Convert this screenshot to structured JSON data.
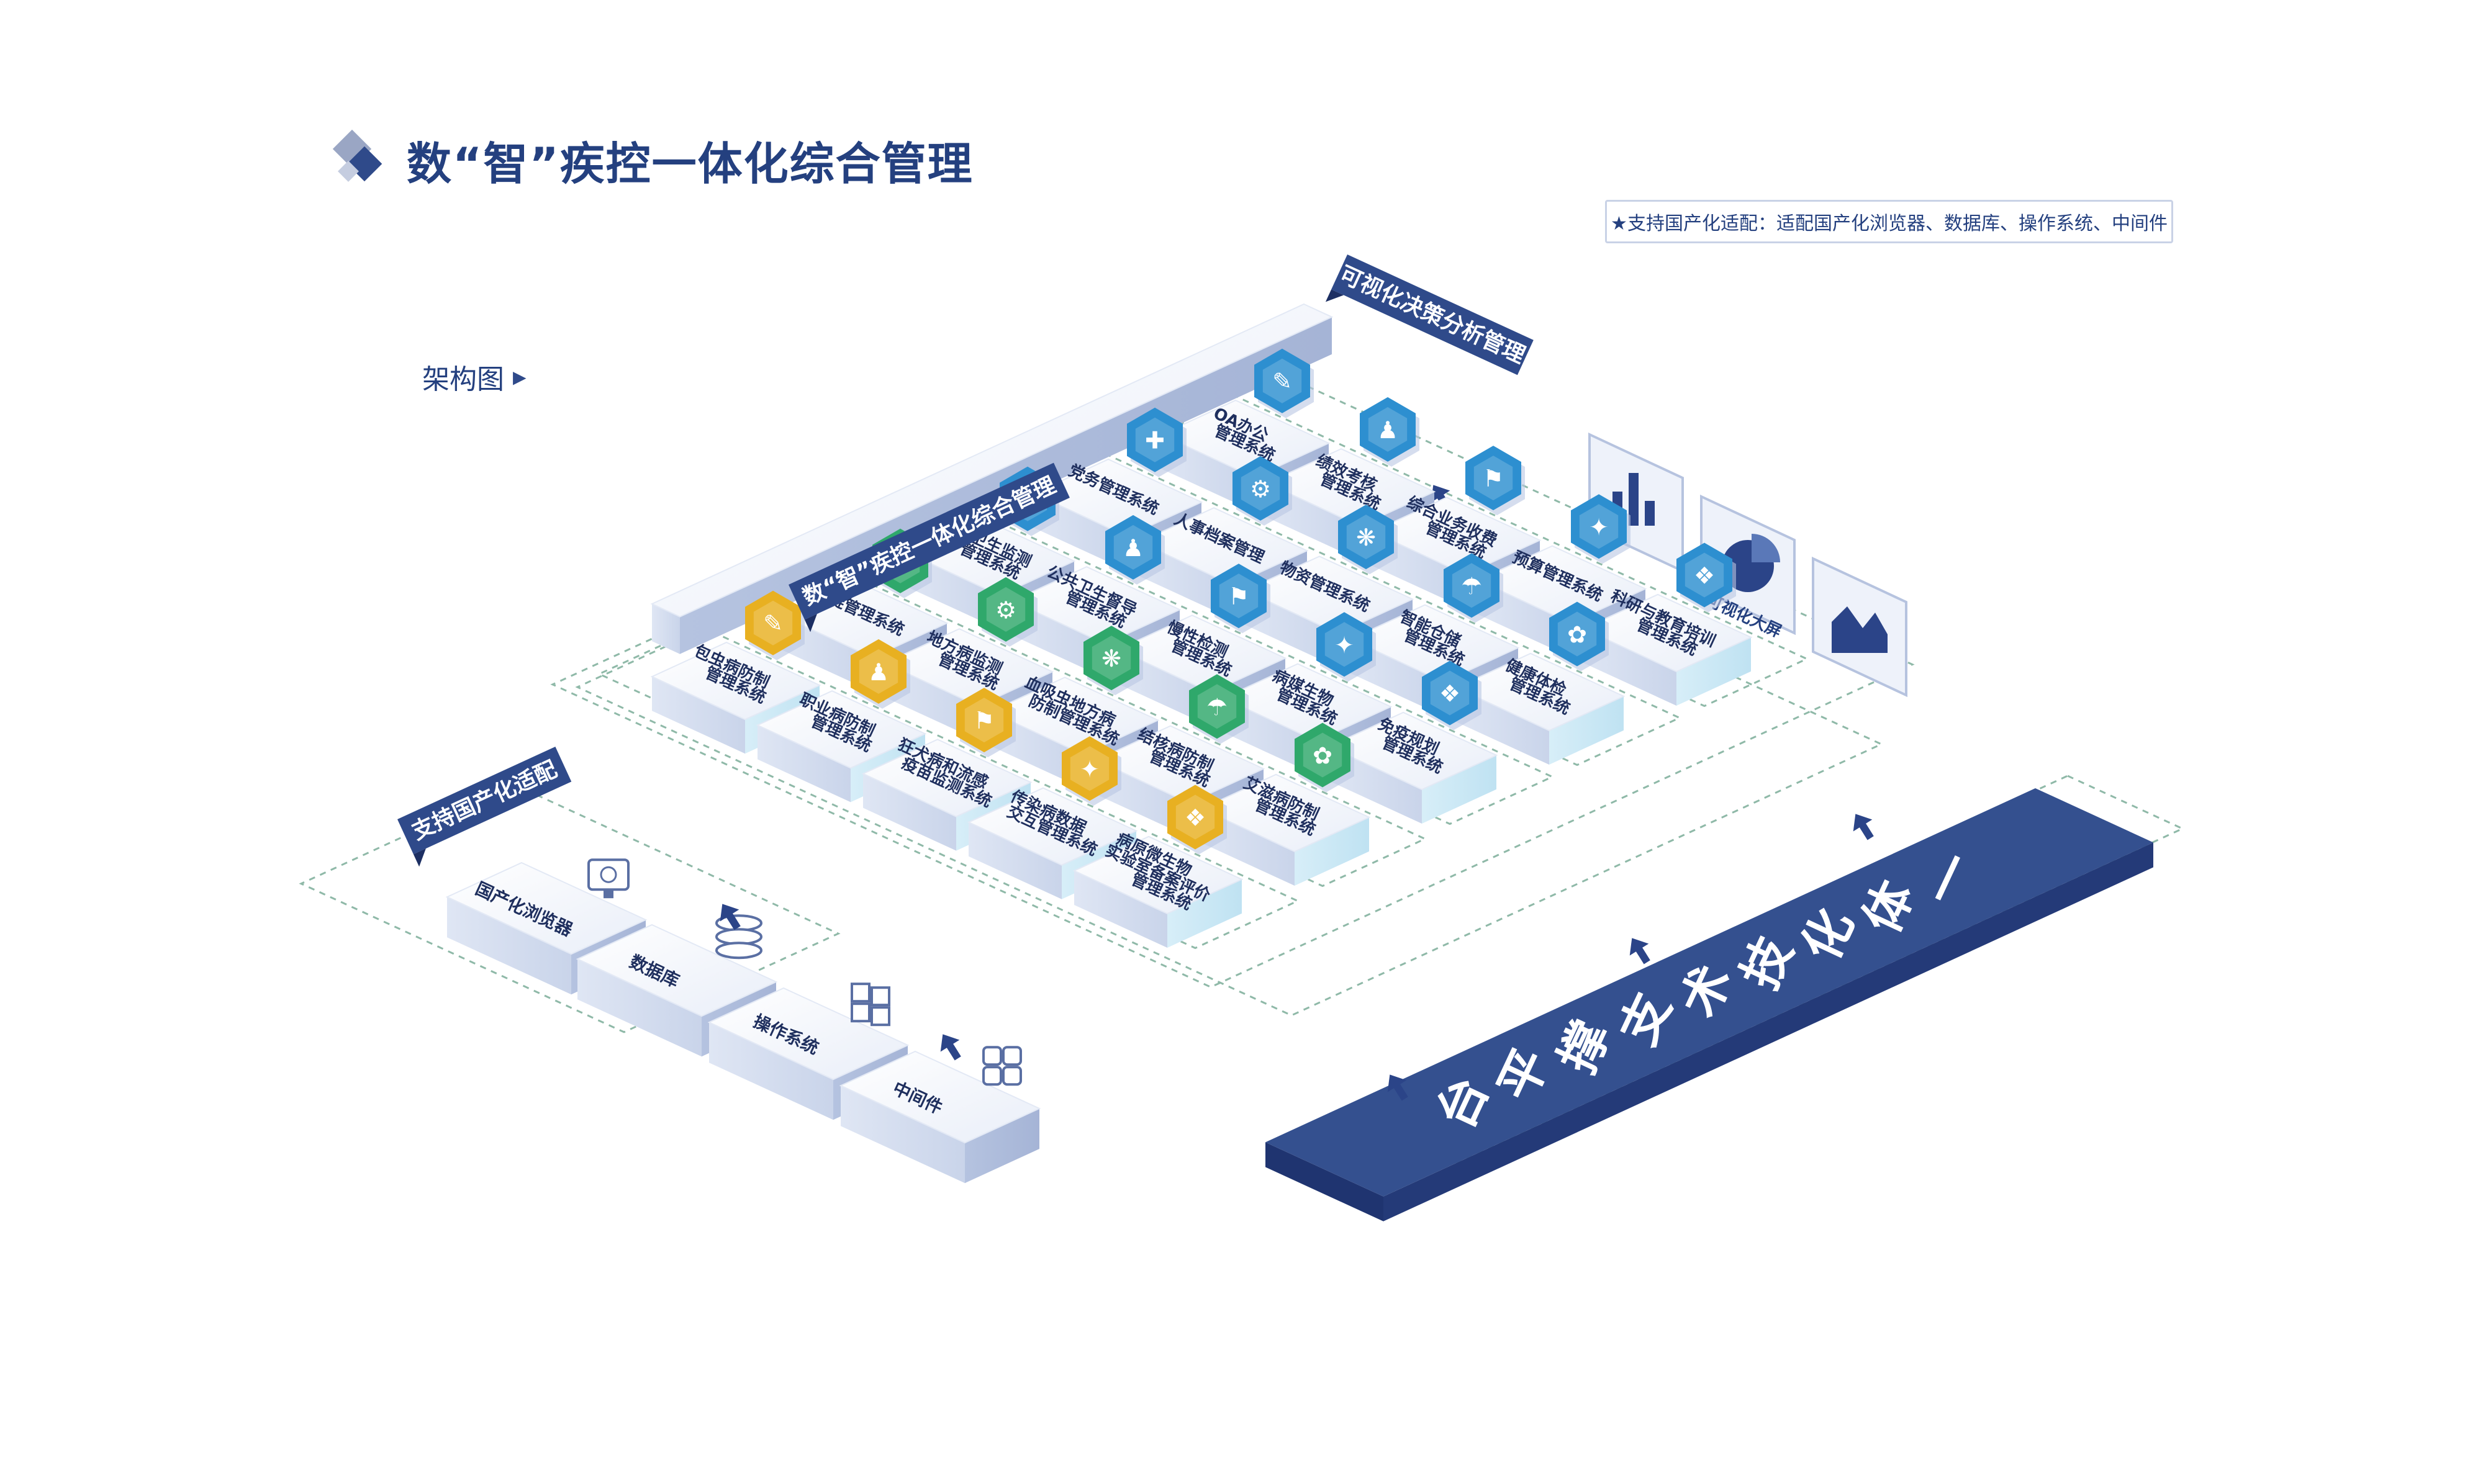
{
  "title": "数“智”疾控一体化综合管理",
  "note": "★支持国产化适配：适配国产化浏览器、数据库、操作系统、中间件",
  "arch_label": "架构图",
  "banners": {
    "support": "支持国产化适配",
    "main": "数“智”疾控一体化综合管理",
    "visual": "可视化决策分析管理"
  },
  "visual_screen": {
    "label": "可视化大屏"
  },
  "platform": {
    "label": "一体化技术支撑平台"
  },
  "support_items": [
    {
      "label": "国产化浏览器",
      "icon": "browser-icon"
    },
    {
      "label": "数据库",
      "icon": "database-icon"
    },
    {
      "label": "操作系统",
      "icon": "os-window-icon"
    },
    {
      "label": "中间件",
      "icon": "middleware-icon"
    }
  ],
  "colors": {
    "gold": "#e8b021",
    "green": "#2fa86b",
    "blue": "#2d8fd0",
    "navy": "#2b4488"
  },
  "rows": [
    {
      "items": [
        {
          "lines": [
            "OA办公",
            "管理系统"
          ],
          "color": "blue"
        },
        {
          "lines": [
            "绩效考核",
            "管理系统"
          ],
          "color": "blue"
        },
        {
          "lines": [
            "综合业务收费",
            "管理系统"
          ],
          "color": "blue"
        },
        {
          "lines": [
            "预算管理系统"
          ],
          "color": "blue"
        },
        {
          "lines": [
            "科研与教育培训",
            "管理系统"
          ],
          "color": "blue"
        }
      ]
    },
    {
      "items": [
        {
          "lines": [
            "党务管理系统"
          ],
          "color": "blue"
        },
        {
          "lines": [
            "人事档案管理"
          ],
          "color": "blue"
        },
        {
          "lines": [
            "物资管理系统"
          ],
          "color": "blue"
        },
        {
          "lines": [
            "智能仓储",
            "管理系统"
          ],
          "color": "blue"
        },
        {
          "lines": [
            "健康体检",
            "管理系统"
          ],
          "color": "blue"
        }
      ]
    },
    {
      "items": [
        {
          "lines": [
            "职业卫生监测",
            "管理系统"
          ],
          "color": "blue"
        },
        {
          "lines": [
            "公共卫生督导",
            "管理系统"
          ],
          "color": "blue"
        },
        {
          "lines": [
            "慢性检测",
            "管理系统"
          ],
          "color": "blue"
        },
        {
          "lines": [
            "病媒生物",
            "管理系统"
          ],
          "color": "blue"
        },
        {
          "lines": [
            "免疫规划",
            "管理系统"
          ],
          "color": "blue"
        }
      ]
    },
    {
      "items": [
        {
          "lines": [
            "冷链管理系统"
          ],
          "color": "green"
        },
        {
          "lines": [
            "地方病监测",
            "管理系统"
          ],
          "color": "green"
        },
        {
          "lines": [
            "血吸虫地方病",
            "防制管理系统"
          ],
          "color": "green"
        },
        {
          "lines": [
            "结核病防制",
            "管理系统"
          ],
          "color": "green"
        },
        {
          "lines": [
            "艾滋病防制",
            "管理系统"
          ],
          "color": "green"
        }
      ]
    },
    {
      "items": [
        {
          "lines": [
            "包虫病防制",
            "管理系统"
          ],
          "color": "gold"
        },
        {
          "lines": [
            "职业病防制",
            "管理系统"
          ],
          "color": "gold"
        },
        {
          "lines": [
            "狂犬病和流感",
            "疫苗监测系统"
          ],
          "color": "gold"
        },
        {
          "lines": [
            "传染病数据",
            "交互管理系统"
          ],
          "color": "gold"
        },
        {
          "lines": [
            "病原微生物",
            "实验室备案评价",
            "管理系统"
          ],
          "color": "gold"
        }
      ]
    }
  ]
}
